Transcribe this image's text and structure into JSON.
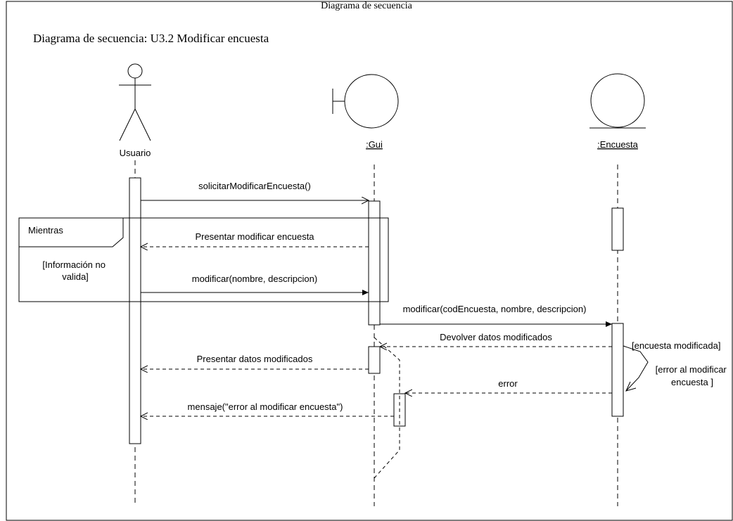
{
  "frame_tab": "Diagrama de secuencia",
  "title": "Diagrama de secuencia: U3.2 Modificar encuesta",
  "lifelines": [
    {
      "id": "usuario",
      "kind": "actor",
      "label": "Usuario"
    },
    {
      "id": "gui",
      "kind": "boundary",
      "label": ":Gui"
    },
    {
      "id": "encuesta",
      "kind": "entity",
      "label": ":Encuesta"
    }
  ],
  "fragment": {
    "operator": "Mientras",
    "guard": "[Información no valida]"
  },
  "messages": [
    {
      "from": "usuario",
      "to": "gui",
      "kind": "sync",
      "label": "solicitarModificarEncuesta()"
    },
    {
      "from": "gui",
      "to": "usuario",
      "kind": "return",
      "label": "Presentar modificar encuesta"
    },
    {
      "from": "usuario",
      "to": "gui",
      "kind": "sync",
      "label": "modificar(nombre, descripcion)"
    },
    {
      "from": "gui",
      "to": "encuesta",
      "kind": "sync",
      "label": "modificar(codEncuesta, nombre, descripcion)"
    },
    {
      "from": "encuesta",
      "to": "gui",
      "kind": "return",
      "label": "Devolver datos modificados"
    },
    {
      "from": "gui",
      "to": "usuario",
      "kind": "return",
      "label": "Presentar datos modificados"
    },
    {
      "from": "encuesta",
      "to": "gui",
      "kind": "return",
      "label": "error"
    },
    {
      "from": "gui",
      "to": "usuario",
      "kind": "return",
      "label": "mensaje(\"error al modificar encuesta\")"
    }
  ],
  "guards": {
    "success": "[encuesta modificada]",
    "error_line1": "[error al modificar",
    "error_line2": "encuesta ]"
  },
  "colors": {
    "line": "#000000",
    "background": "#ffffff"
  }
}
